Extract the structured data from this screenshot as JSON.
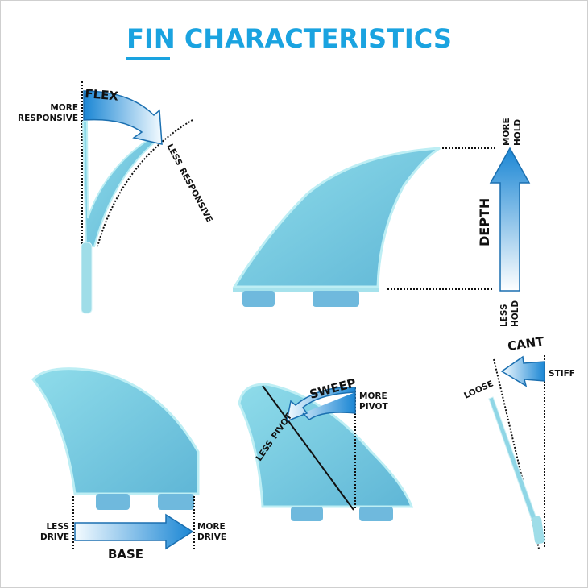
{
  "title": "FIN CHARACTERISTICS",
  "colors": {
    "accent": "#1aa3e0",
    "fin": "#7fcfe0",
    "fin_edge": "#b8ecf3",
    "arrow": "#1a86d4"
  },
  "flex": {
    "heading": "FLEX",
    "more_line1": "MORE",
    "more_line2": "RESPONSIVE",
    "less_line1": "LESS",
    "less_line2": "RESPONSIVE"
  },
  "depth": {
    "heading": "DEPTH",
    "more_line1": "MORE",
    "more_line2": "HOLD",
    "less_line1": "LESS",
    "less_line2": "HOLD"
  },
  "base": {
    "heading": "BASE",
    "less_line1": "LESS",
    "less_line2": "DRIVE",
    "more_line1": "MORE",
    "more_line2": "DRIVE"
  },
  "sweep": {
    "heading": "SWEEP",
    "more_line1": "MORE",
    "more_line2": "PIVOT",
    "less_line1": "LESS",
    "less_line2": "PIVOT"
  },
  "cant": {
    "heading": "CANT",
    "stiff": "STIFF",
    "loose": "LOOSE"
  }
}
